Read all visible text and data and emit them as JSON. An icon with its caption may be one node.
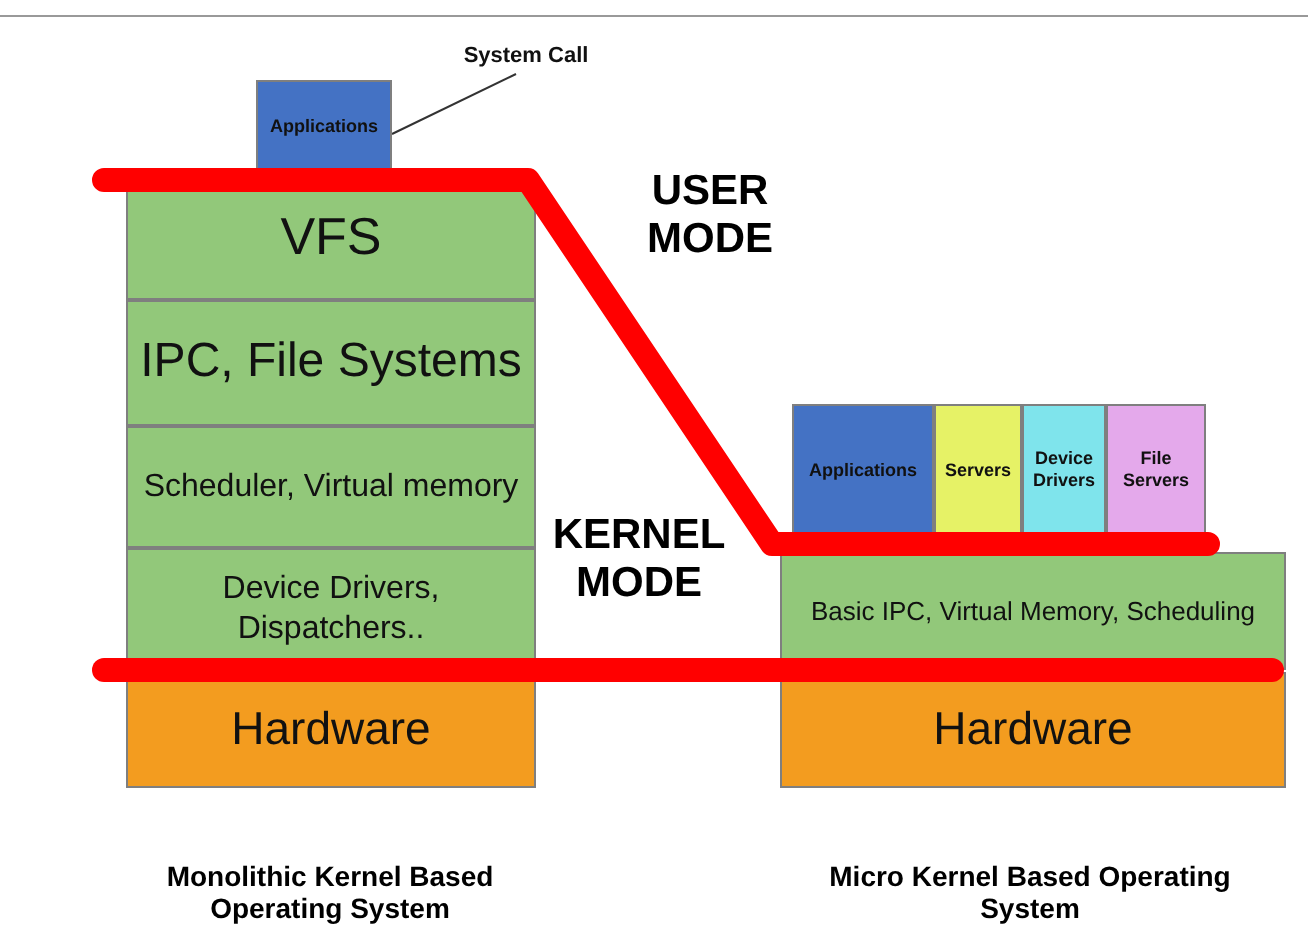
{
  "diagram": {
    "nodes": [
      {
        "text": [
          "System Call"
        ]
      },
      {
        "text": [
          "Applications"
        ]
      },
      {
        "text": [
          "VFS"
        ]
      },
      {
        "text": [
          "IPC, File Systems"
        ]
      },
      {
        "text": [
          "Scheduler, Virtual memory"
        ]
      },
      {
        "text": [
          "Device Drivers, Dispatchers.."
        ]
      },
      {
        "text": [
          "Hardware"
        ]
      },
      {
        "text": [
          "Applications"
        ]
      },
      {
        "text": [
          "Servers"
        ]
      },
      {
        "text": [
          "Device Drivers"
        ]
      },
      {
        "text": [
          "File Servers"
        ]
      },
      {
        "text": [
          "Basic IPC, Virtual Memory, Scheduling"
        ]
      },
      {
        "text": [
          "Hardware"
        ]
      }
    ],
    "edges": [
      {
        "from": 0,
        "to": 1,
        "arrow": "none"
      }
    ],
    "labels": [
      "USER MODE",
      "KERNEL MODE",
      "Monolithic Kernel Based Operating System",
      "Micro Kernel Based Operating System"
    ]
  }
}
